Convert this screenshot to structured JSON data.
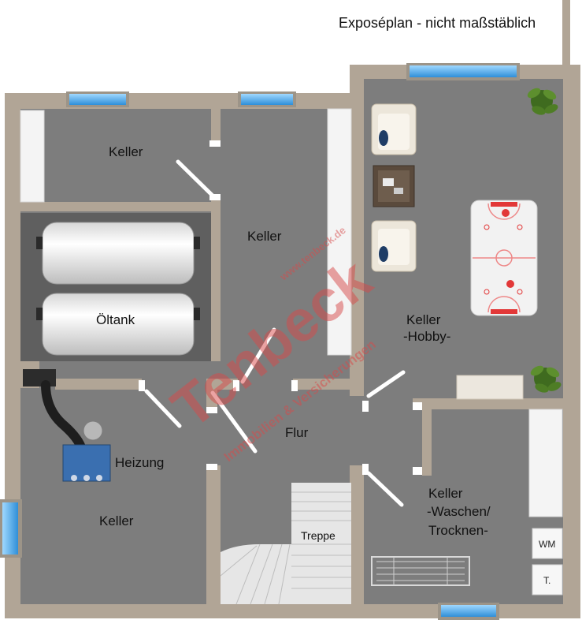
{
  "header": {
    "title": "Exposéplan - nicht maßstäblich"
  },
  "rooms": {
    "keller_top_left": "Keller",
    "keller_center": "Keller",
    "oeltank": "Öltank",
    "keller_hobby_line1": "Keller",
    "keller_hobby_line2": "-Hobby-",
    "flur": "Flur",
    "heizung": "Heizung",
    "keller_bottom_left": "Keller",
    "keller_waschen_line1": "Keller",
    "keller_waschen_line2": "-Waschen/",
    "keller_waschen_line3": "Trocknen-",
    "treppe": "Treppe"
  },
  "appliances": {
    "washer": "WM",
    "dryer": "T."
  },
  "watermark": {
    "url": "www.tenbeck.de",
    "brand": "Tenbeck",
    "tagline": "Immobilien & Versicherungen"
  },
  "colors": {
    "wall": "#b1a596",
    "floor": "#7d7d7d",
    "window": "#3fa9e8",
    "watermark": "#d84a4a"
  }
}
